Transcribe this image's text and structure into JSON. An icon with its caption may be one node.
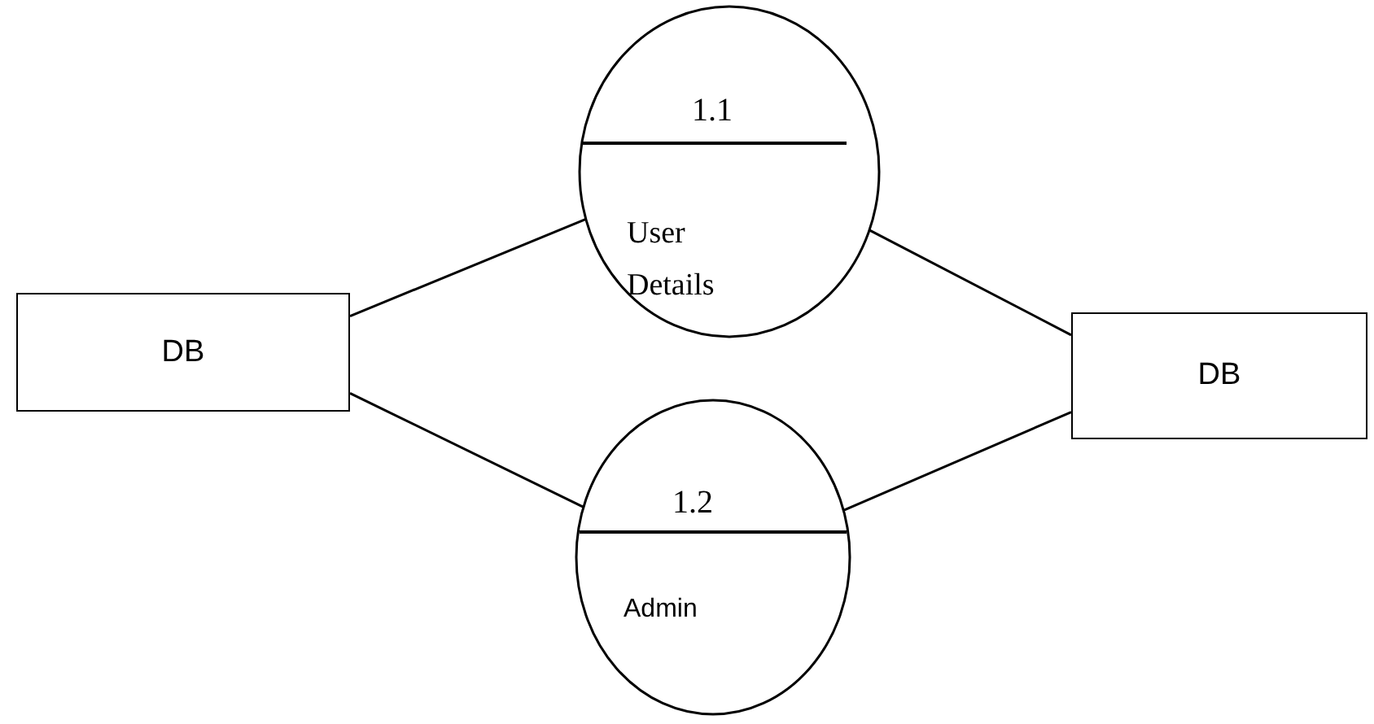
{
  "diagram": {
    "nodes": [
      {
        "text": [
          "DB"
        ]
      },
      {
        "text": [
          "1.1",
          "User Details"
        ]
      },
      {
        "text": [
          "1.2",
          "Admin"
        ]
      },
      {
        "text": [
          "DB"
        ]
      }
    ],
    "edges": [
      {
        "from": 0,
        "to": 1,
        "arrow": "none"
      },
      {
        "from": 0,
        "to": 2,
        "arrow": "none"
      },
      {
        "from": 1,
        "to": 3,
        "arrow": "none"
      },
      {
        "from": 2,
        "to": 3,
        "arrow": "none"
      }
    ]
  }
}
